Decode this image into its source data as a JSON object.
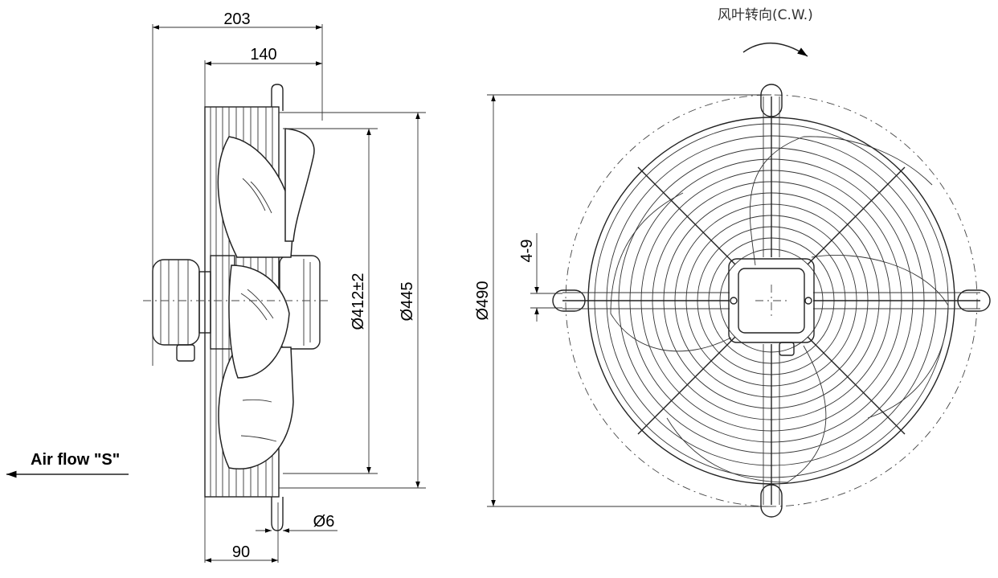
{
  "rotation_label": "风叶转向(C.W.)",
  "airflow_label": "Air flow \"S\"",
  "dimensions": {
    "overall_length": "203",
    "guard_depth": "140",
    "blade_dia": "Ø412±2",
    "guard_dia": "Ø445",
    "mount_hole": "Ø6",
    "motor_offset": "90",
    "outer_dia": "Ø490",
    "slot": "4-9"
  }
}
